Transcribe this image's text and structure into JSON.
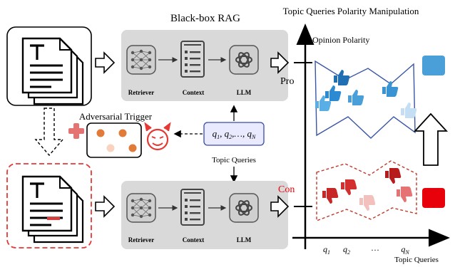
{
  "title": "Topic Queries Polarity Manipulation",
  "rag_label": "Black-box RAG",
  "modules": {
    "retriever": "Retriever",
    "context": "Context",
    "llm": "LLM"
  },
  "trigger_label": "Adversarial Trigger",
  "queries": {
    "box": {
      "q": "q",
      "s1": "1",
      "sep1": ", ",
      "s2": "2",
      "sep2": ",…, ",
      "sN": "N"
    },
    "caption": "Topic Queries"
  },
  "plot": {
    "ylabel": "Opinion Polarity",
    "xlabel": "Topic Queries",
    "pro": "Pro",
    "con": "Con",
    "ticks": {
      "q": "q",
      "s1": "1",
      "s2": "2",
      "dots": "…",
      "sN": "N"
    }
  },
  "colors": {
    "pro_blue": "#4a9fd8",
    "con_red": "#e8000b",
    "adv_border": "#e53935",
    "rag_bg": "#d9d9d9",
    "pro_region": "#3a56a5",
    "con_region": "#c0392b",
    "trigger_dot": "#e07b39",
    "devil": "#e53935"
  }
}
